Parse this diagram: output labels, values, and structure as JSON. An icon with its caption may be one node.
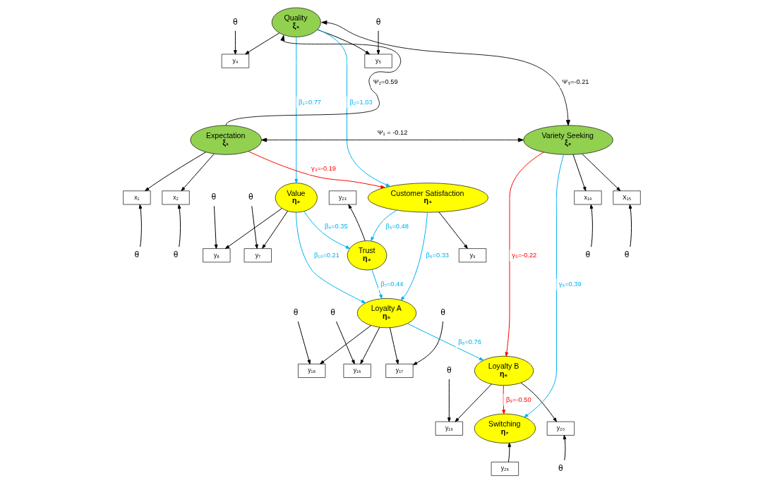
{
  "diagram": {
    "nodes": [
      {
        "text": [
          "θ"
        ]
      },
      {
        "text": [
          "θ"
        ]
      },
      {
        "text": [
          "θ"
        ]
      },
      {
        "text": [
          "θ"
        ]
      },
      {
        "text": [
          "y₂₃"
        ]
      },
      {
        "text": [
          "θ"
        ]
      },
      {
        "text": [
          "θ"
        ]
      },
      {
        "text": [
          "θ"
        ]
      },
      {
        "text": [
          "y₄"
        ]
      },
      {
        "text": [
          "y₅"
        ]
      },
      {
        "text": [
          "y₇"
        ]
      },
      {
        "text": [
          "y₈"
        ]
      },
      {
        "text": [
          "Trust",
          "η₄"
        ]
      },
      {
        "text": [
          "y₁₆"
        ]
      },
      {
        "text": [
          "y₁₈"
        ]
      },
      {
        "text": [
          "y₁₇"
        ]
      },
      {
        "text": [
          "Quality",
          "ξ₃"
        ]
      },
      {
        "text": [
          "Value",
          "η₂"
        ]
      },
      {
        "text": [
          "Loyalty A",
          "η₅"
        ]
      },
      {
        "text": [
          "Customer Satisfaction",
          "η₃"
        ]
      },
      {
        "text": [
          "θ"
        ]
      },
      {
        "text": [
          "Loyalty B",
          "η₆"
        ]
      },
      {
        "text": [
          "y₁₉"
        ]
      },
      {
        "text": [
          "Expectation",
          "ξ₁"
        ]
      },
      {
        "text": [
          "y₉"
        ]
      },
      {
        "text": [
          "Variety Seeking",
          "ξ₂"
        ]
      },
      {
        "text": [
          "y₂₀"
        ]
      },
      {
        "text": [
          "θ"
        ]
      },
      {
        "text": [
          "Switching",
          "η₇"
        ]
      },
      {
        "text": [
          "x₁"
        ]
      },
      {
        "text": [
          "x₂"
        ]
      },
      {
        "text": [
          "x₁₄"
        ]
      },
      {
        "text": [
          "X₁₅"
        ]
      },
      {
        "text": [
          "θ"
        ]
      },
      {
        "text": [
          "θ"
        ]
      },
      {
        "text": [
          "θ"
        ]
      },
      {
        "text": [
          "θ"
        ]
      },
      {
        "text": [
          "y₂₆"
        ]
      }
    ],
    "edges": [
      {
        "from": 0,
        "to": 8,
        "arrow": "to"
      },
      {
        "from": 1,
        "to": 9,
        "arrow": "to"
      },
      {
        "from": 2,
        "to": 10,
        "arrow": "to"
      },
      {
        "from": 3,
        "to": 11,
        "arrow": "to"
      },
      {
        "from": 5,
        "to": 13,
        "arrow": "to"
      },
      {
        "from": 6,
        "to": 14,
        "arrow": "to"
      },
      {
        "from": 7,
        "to": 15,
        "arrow": "to"
      },
      {
        "from": 20,
        "to": 22,
        "arrow": "to"
      },
      {
        "from": 27,
        "to": 26,
        "arrow": "to"
      },
      {
        "from": 33,
        "to": 29,
        "arrow": "to"
      },
      {
        "from": 34,
        "to": 30,
        "arrow": "to"
      },
      {
        "from": 35,
        "to": 31,
        "arrow": "to"
      },
      {
        "from": 36,
        "to": 32,
        "arrow": "to"
      },
      {
        "from": 37,
        "to": 28,
        "arrow": "to"
      },
      {
        "from": 16,
        "to": 8,
        "arrow": "to"
      },
      {
        "from": 16,
        "to": 9,
        "arrow": "to"
      },
      {
        "from": 17,
        "to": 10,
        "arrow": "to"
      },
      {
        "from": 17,
        "to": 11,
        "arrow": "to"
      },
      {
        "from": 12,
        "to": 4,
        "arrow": "to"
      },
      {
        "from": 18,
        "to": 13,
        "arrow": "to"
      },
      {
        "from": 18,
        "to": 14,
        "arrow": "to"
      },
      {
        "from": 18,
        "to": 15,
        "arrow": "to"
      },
      {
        "from": 21,
        "to": 22,
        "arrow": "to"
      },
      {
        "from": 21,
        "to": 26,
        "arrow": "to"
      },
      {
        "from": 23,
        "to": 29,
        "arrow": "to"
      },
      {
        "from": 23,
        "to": 30,
        "arrow": "to"
      },
      {
        "from": 25,
        "to": 31,
        "arrow": "to"
      },
      {
        "from": 25,
        "to": 32,
        "arrow": "to"
      },
      {
        "from": 19,
        "to": 24,
        "arrow": "to"
      },
      {
        "from": 16,
        "to": 17,
        "arrow": "to",
        "label": "β₁=0.77",
        "color": "#00b0f0"
      },
      {
        "from": 16,
        "to": 19,
        "arrow": "to",
        "label": "β₂=1.03",
        "color": "#00b0f0"
      },
      {
        "from": 17,
        "to": 12,
        "arrow": "to",
        "label": "β₄=0.35",
        "color": "#00b0f0"
      },
      {
        "from": 19,
        "to": 12,
        "arrow": "to",
        "label": "β₅=0.48",
        "color": "#00b0f0"
      },
      {
        "from": 12,
        "to": 18,
        "arrow": "to",
        "label": "β₇=0.44",
        "color": "#00b0f0"
      },
      {
        "from": 17,
        "to": 18,
        "arrow": "to",
        "label": "β₁₀=0.21",
        "color": "#00b0f0"
      },
      {
        "from": 19,
        "to": 18,
        "arrow": "to",
        "label": "β₆=0.33",
        "color": "#00b0f0"
      },
      {
        "from": 18,
        "to": 21,
        "arrow": "to",
        "label": "β₈=0.76",
        "color": "#00b0f0"
      },
      {
        "from": 23,
        "to": 19,
        "arrow": "to",
        "label": "γ₃=-0.19",
        "color": "#ff0000"
      },
      {
        "from": 25,
        "to": 21,
        "arrow": "to",
        "label": "γ₅=-0.22",
        "color": "#ff0000"
      },
      {
        "from": 25,
        "to": 28,
        "arrow": "to",
        "label": "γ₆=0.39",
        "color": "#00b0f0"
      },
      {
        "from": 21,
        "to": 28,
        "arrow": "to",
        "label": "β₉=-0.50",
        "color": "#ff0000"
      },
      {
        "from": 23,
        "to": 16,
        "arrow": "to",
        "label": "Ψ₂=0.59"
      },
      {
        "from": 16,
        "to": 25,
        "arrow": "both",
        "label": "Ψ₃=-0.21"
      },
      {
        "from": 23,
        "to": 25,
        "arrow": "both",
        "label": "Ψ₁ = -0.12"
      }
    ]
  }
}
